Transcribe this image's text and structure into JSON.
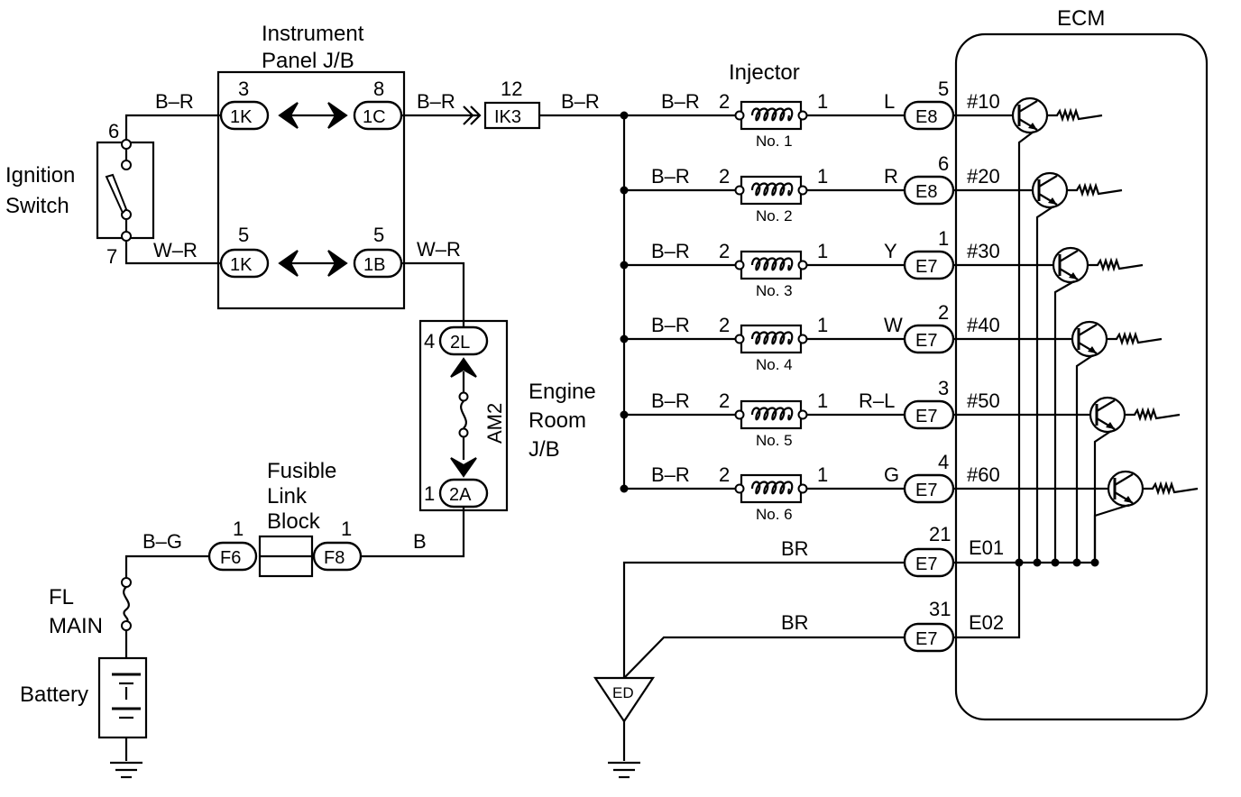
{
  "labels": {
    "ecm": "ECM",
    "instrument_panel_line1": "Instrument",
    "instrument_panel_line2": "Panel J/B",
    "injector": "Injector",
    "ignition_line1": "Ignition",
    "ignition_line2": "Switch",
    "engine_room_line1": "Engine",
    "engine_room_line2": "Room",
    "engine_room_line3": "J/B",
    "am2": "AM2",
    "fusible_line1": "Fusible",
    "fusible_line2": "Link",
    "fusible_line3": "Block",
    "fl_main_line1": "FL",
    "fl_main_line2": "MAIN",
    "battery": "Battery",
    "ground_ed": "ED"
  },
  "connectors": {
    "jb_1k_top": "1K",
    "jb_1c": "1C",
    "jb_1k_bot": "1K",
    "jb_1b": "1B",
    "ik3": "IK3",
    "er_2l": "2L",
    "er_2a": "2A",
    "f6": "F6",
    "f8": "F8"
  },
  "pins": {
    "ign_6": "6",
    "ign_7": "7",
    "jb_3": "3",
    "jb_8": "8",
    "jb_5a": "5",
    "jb_5b": "5",
    "ik3_12": "12",
    "er_4": "4",
    "er_1": "1",
    "f6_1": "1",
    "f8_1": "1"
  },
  "wires": {
    "ign_top": "B–R",
    "jb_out_top": "B–R",
    "ik3_out": "B–R",
    "ign_bot": "W–R",
    "jb_out_bot": "W–R",
    "bat_out": "B–G",
    "fusible_out": "B",
    "gnd_e01": "BR",
    "gnd_e02": "BR"
  },
  "injectors": [
    {
      "wire_in": "B–R",
      "pin_in": "2",
      "pin_out": "1",
      "name": "No. 1",
      "wire_out": "L",
      "connector": "E8",
      "ecm_pin": "5",
      "terminal": "#10"
    },
    {
      "wire_in": "B–R",
      "pin_in": "2",
      "pin_out": "1",
      "name": "No. 2",
      "wire_out": "R",
      "connector": "E8",
      "ecm_pin": "6",
      "terminal": "#20"
    },
    {
      "wire_in": "B–R",
      "pin_in": "2",
      "pin_out": "1",
      "name": "No. 3",
      "wire_out": "Y",
      "connector": "E7",
      "ecm_pin": "1",
      "terminal": "#30"
    },
    {
      "wire_in": "B–R",
      "pin_in": "2",
      "pin_out": "1",
      "name": "No. 4",
      "wire_out": "W",
      "connector": "E7",
      "ecm_pin": "2",
      "terminal": "#40"
    },
    {
      "wire_in": "B–R",
      "pin_in": "2",
      "pin_out": "1",
      "name": "No. 5",
      "wire_out": "R–L",
      "connector": "E7",
      "ecm_pin": "3",
      "terminal": "#50"
    },
    {
      "wire_in": "B–R",
      "pin_in": "2",
      "pin_out": "1",
      "name": "No. 6",
      "wire_out": "G",
      "connector": "E7",
      "ecm_pin": "4",
      "terminal": "#60"
    }
  ],
  "grounds": [
    {
      "connector": "E7",
      "pin": "21",
      "terminal": "E01"
    },
    {
      "connector": "E7",
      "pin": "31",
      "terminal": "E02"
    }
  ]
}
